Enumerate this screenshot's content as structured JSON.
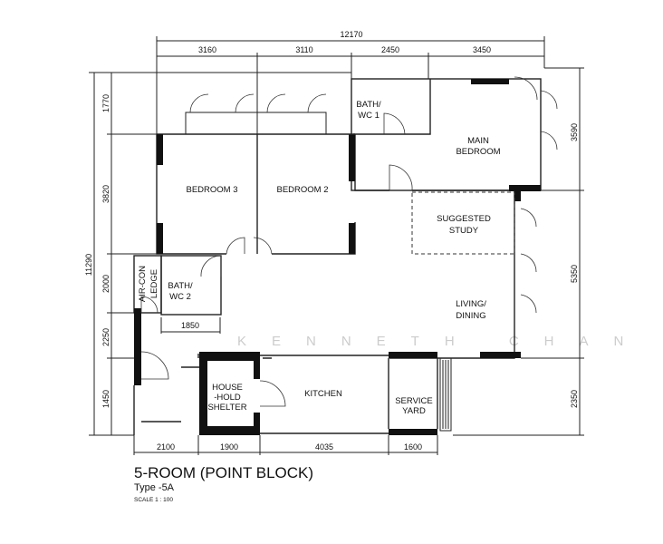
{
  "dimensions": {
    "overall_width": "12170",
    "top": [
      "3160",
      "3110",
      "2450",
      "3450"
    ],
    "overall_depth": "11290",
    "left": [
      "1770",
      "3820",
      "2000",
      "2250",
      "1450"
    ],
    "right": [
      "3590",
      "5350",
      "2350"
    ],
    "bottom": [
      "2100",
      "1900",
      "4035",
      "1600"
    ],
    "bath_wc2_width": "1850"
  },
  "rooms": {
    "bedroom3": [
      "BEDROOM 3"
    ],
    "bedroom2": [
      "BEDROOM 2"
    ],
    "bath_wc1": [
      "BATH/",
      "WC 1"
    ],
    "main_bedroom": [
      "MAIN",
      "BEDROOM"
    ],
    "suggested_study": [
      "SUGGESTED",
      "STUDY"
    ],
    "aircon_ledge": [
      "AIR-CON",
      "LEDGE"
    ],
    "bath_wc2": [
      "BATH/",
      "WC 2"
    ],
    "living_dining": [
      "LIVING/",
      "DINING"
    ],
    "household_shelter": [
      "HOUSE",
      "-HOLD",
      "SHELTER"
    ],
    "kitchen": [
      "KITCHEN"
    ],
    "service_yard": [
      "SERVICE",
      "YARD"
    ]
  },
  "watermark": "KENNETH CHAN",
  "title": {
    "main": "5-ROOM (POINT BLOCK)",
    "type": "Type -5A",
    "scale": "SCALE  1 : 100"
  }
}
